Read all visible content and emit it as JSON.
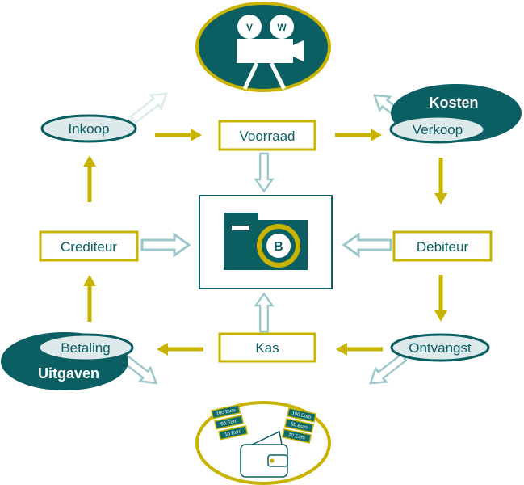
{
  "nodes": {
    "inkoop": "Inkoop",
    "voorraad": "Voorraad",
    "verkoop": "Verkoop",
    "kosten": "Kosten",
    "debiteur": "Debiteur",
    "ontvangst": "Ontvangst",
    "kas": "Kas",
    "betaling": "Betaling",
    "uitgaven": "Uitgaven",
    "crediteur": "Crediteur"
  },
  "camera_reels": [
    "V",
    "W"
  ],
  "center_badge": "B",
  "banknotes": [
    "100 Euro",
    "50 Euro",
    "10 Euro"
  ],
  "colors": {
    "teal": "#0b5f63",
    "yellow": "#c8b400",
    "light": "#dde9ea",
    "hollow_arrow": "#9cc7cb"
  }
}
